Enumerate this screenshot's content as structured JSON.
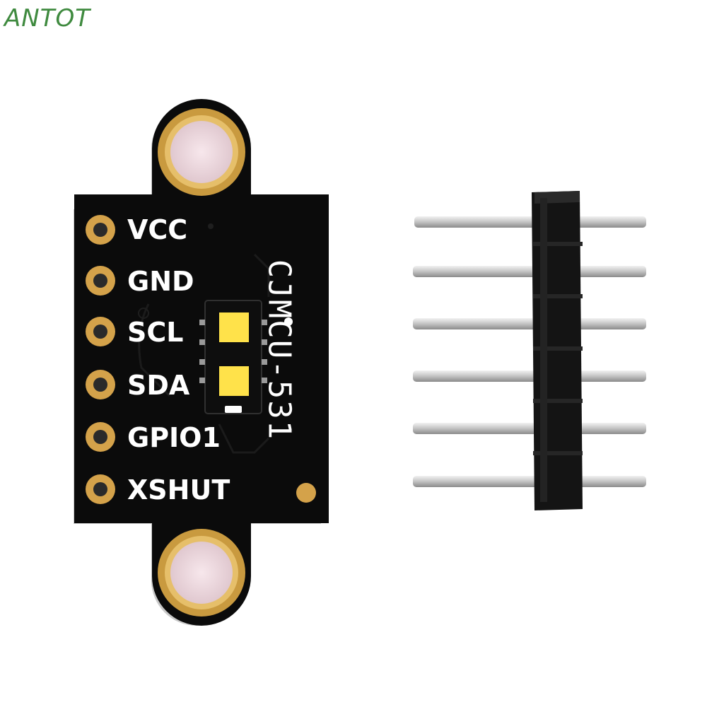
{
  "watermark": "ANTOT",
  "board": {
    "model": "CJMCU-531",
    "pins": [
      "VCC",
      "GND",
      "SCL",
      "SDA",
      "GPIO1",
      "XSHUT"
    ]
  },
  "header": {
    "pin_count": 6
  },
  "colors": {
    "pcb": "#0b0b0b",
    "gold": "#d4a24a",
    "pin_metal": "#c8c8c8",
    "sensor_window": "#ffe24a"
  }
}
